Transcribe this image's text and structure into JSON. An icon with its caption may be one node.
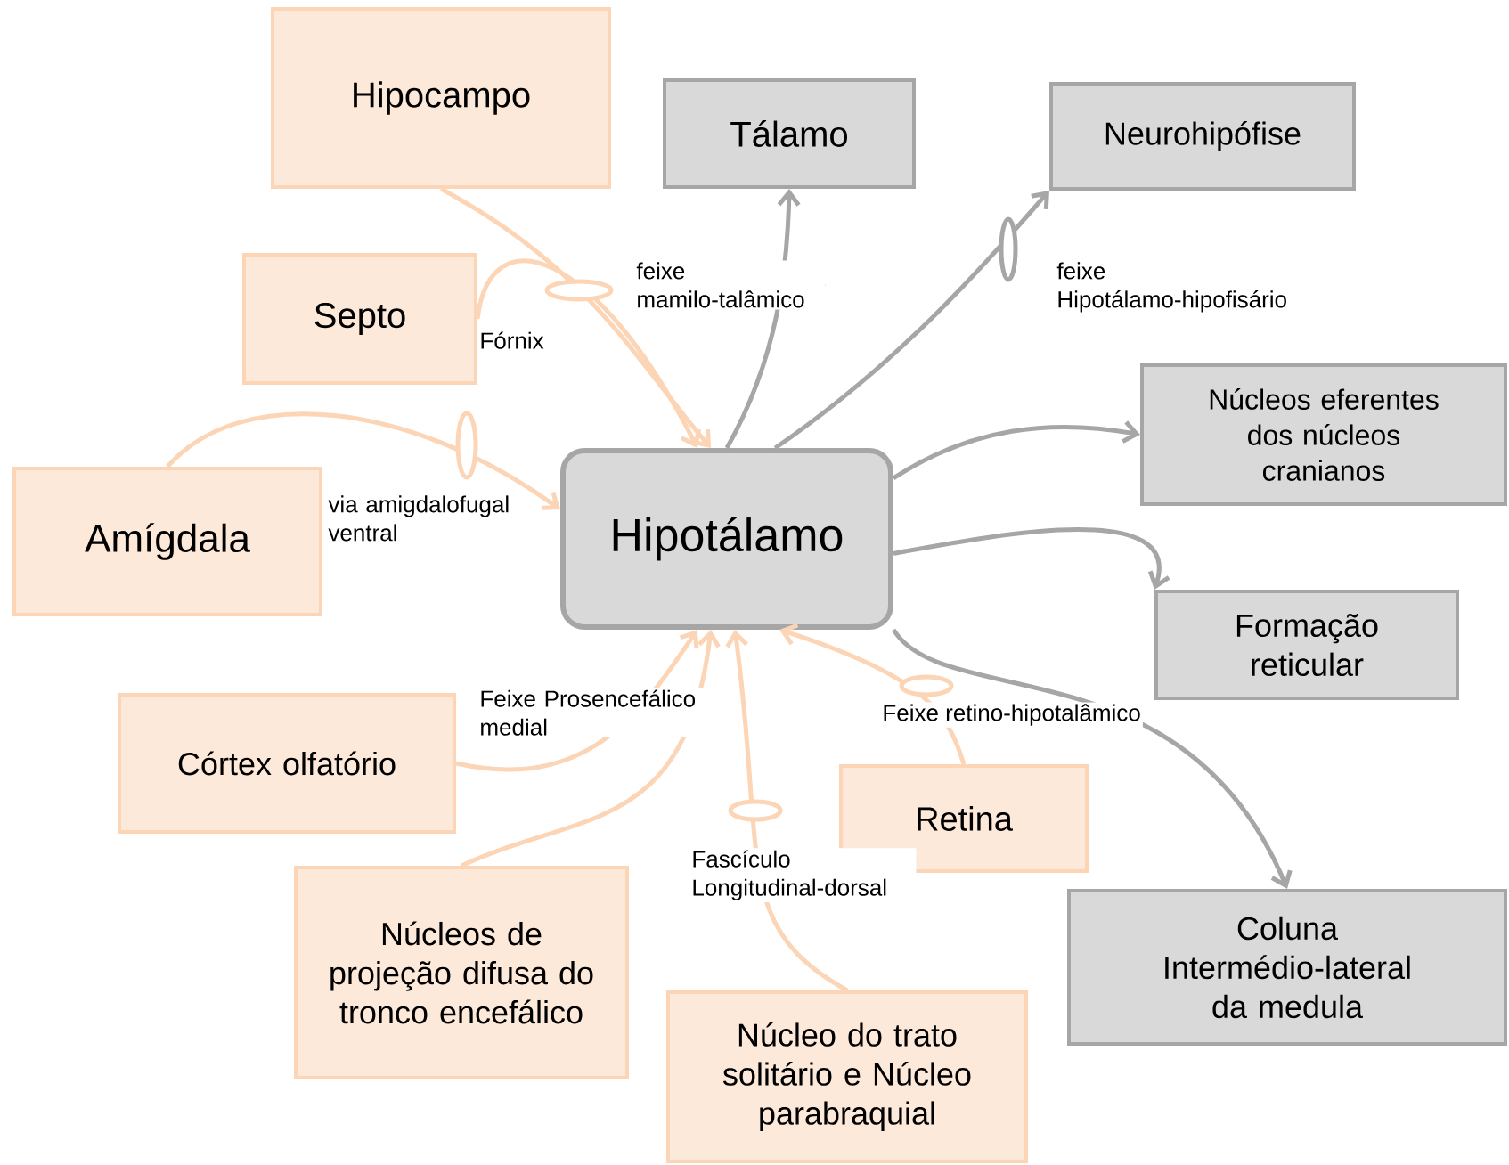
{
  "diagram": {
    "nodes": [
      {
        "text": [
          "Hipotálamo"
        ]
      },
      {
        "text": [
          "Hipocampo"
        ]
      },
      {
        "text": [
          "Tálamo"
        ]
      },
      {
        "text": [
          "Neurohipófise"
        ]
      },
      {
        "text": [
          "Septo"
        ]
      },
      {
        "text": [
          "Núcleos eferentes dos núcleos cranianos"
        ]
      },
      {
        "text": [
          "Amígdala"
        ]
      },
      {
        "text": [
          "Formação reticular"
        ]
      },
      {
        "text": [
          "Córtex olfatório"
        ]
      },
      {
        "text": [
          "Retina"
        ]
      },
      {
        "text": [
          "Núcleos de projeção difusa do tronco encefálico"
        ]
      },
      {
        "text": [
          "Coluna Intermédio-lateral da medula"
        ]
      },
      {
        "text": [
          "Núcleo do trato solitário e Núcleo parabraquial"
        ]
      }
    ],
    "edges": [
      {
        "from": 1,
        "to": 0,
        "arrow": "to"
      },
      {
        "from": 4,
        "to": 0,
        "arrow": "to",
        "label": "Fórnix"
      },
      {
        "from": 6,
        "to": 0,
        "arrow": "to",
        "label": "via amigdalofugal ventral"
      },
      {
        "from": 0,
        "to": 2,
        "arrow": "to",
        "label": "feixe mamilo-talâmico",
        "color": "#a6a6a6"
      },
      {
        "from": 0,
        "to": 3,
        "arrow": "to",
        "label": "feixe Hipotálamo-hipofisário",
        "color": "#a6a6a6"
      },
      {
        "from": 0,
        "to": 5,
        "arrow": "to",
        "color": "#a6a6a6"
      },
      {
        "from": 0,
        "to": 7,
        "arrow": "to",
        "color": "#a6a6a6"
      },
      {
        "from": 0,
        "to": 11,
        "arrow": "to",
        "color": "#a6a6a6"
      },
      {
        "from": 8,
        "to": 0,
        "arrow": "to",
        "label": "Feixe Prosencefálico medial"
      },
      {
        "from": 10,
        "to": 0,
        "arrow": "to"
      },
      {
        "from": 12,
        "to": 0,
        "arrow": "to",
        "label": "Fascículo Longitudinal-dorsal"
      },
      {
        "from": 9,
        "to": 0,
        "arrow": "to",
        "label": "Feixe retino-hipotalâmico"
      }
    ]
  }
}
